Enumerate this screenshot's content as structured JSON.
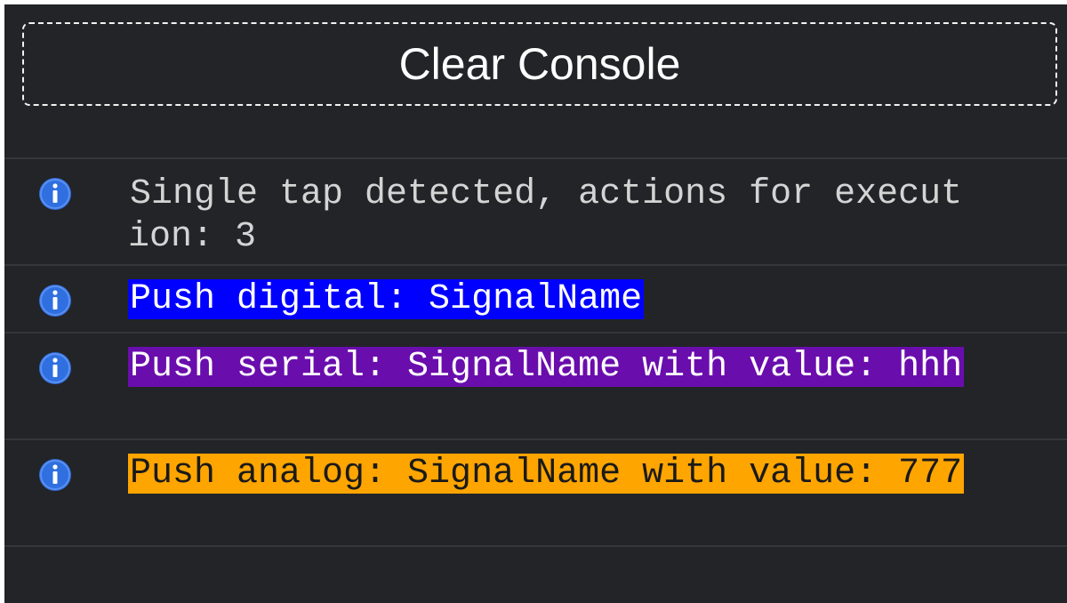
{
  "toolbar": {
    "clear_label": "Clear Console"
  },
  "icons": {
    "info": "info-icon"
  },
  "colors": {
    "console_bg": "#232428",
    "plain_text": "#d4d4d4",
    "highlight_text": "#ffffff",
    "info_icon": "#2f6fe0"
  },
  "logs": [
    {
      "level": "info",
      "text": "Single tap detected, actions for execution: 3",
      "bg": ""
    },
    {
      "level": "info",
      "text": "Push digital: SignalName",
      "bg": "#0000ff"
    },
    {
      "level": "info",
      "text": "Push serial: SignalName with value: hhh",
      "bg": "#6a0dad"
    },
    {
      "level": "info",
      "text": "Push analog: SignalName with value: 777",
      "bg": "#ffa500"
    }
  ]
}
